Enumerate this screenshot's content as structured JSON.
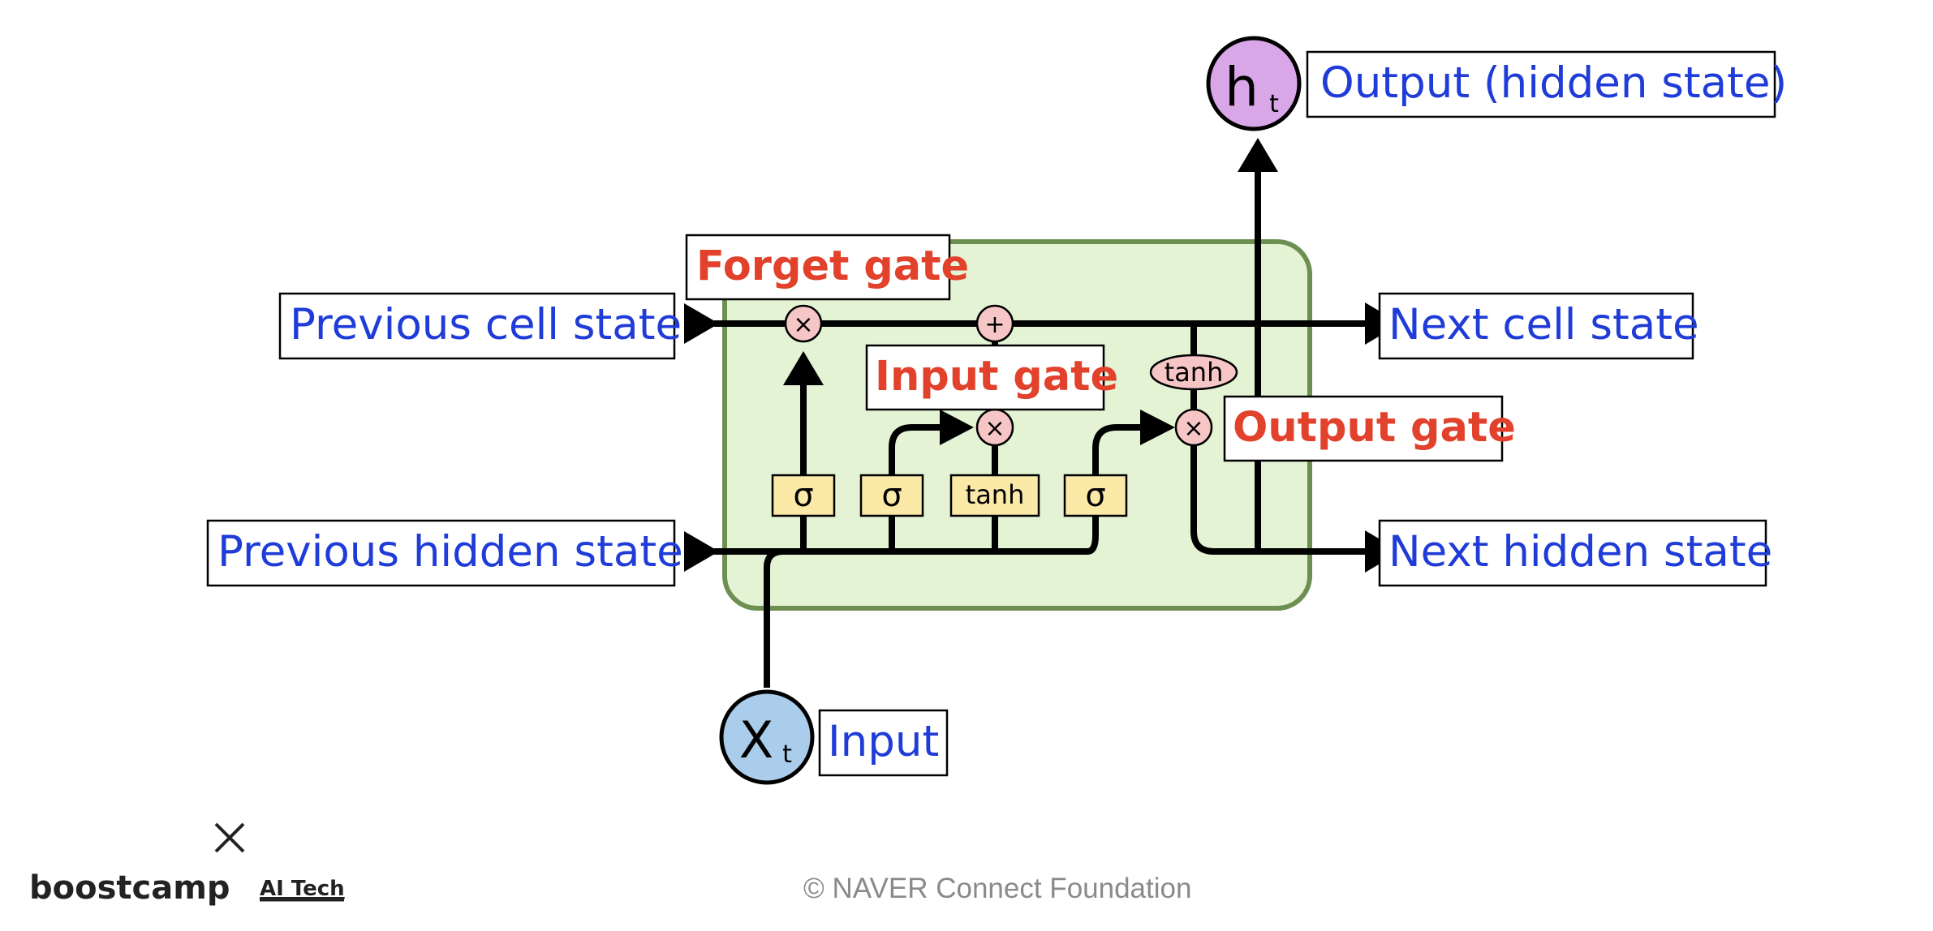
{
  "diagram": {
    "labels": {
      "output_hidden": "Output (hidden state)",
      "prev_cell": "Previous cell state",
      "next_cell": "Next cell state",
      "prev_hidden": "Previous hidden state",
      "next_hidden": "Next hidden state",
      "input": "Input",
      "forget_gate": "Forget gate",
      "input_gate": "Input gate",
      "output_gate": "Output gate"
    },
    "nodes": {
      "h_main": "h",
      "h_sub": "t",
      "x_main": "X",
      "x_sub": "t"
    },
    "ops": {
      "multiply": "×",
      "add": "+",
      "tanh": "tanh"
    },
    "gates": {
      "sigma": "σ",
      "tanh": "tanh"
    },
    "colors": {
      "label_blue": "#1f3cd8",
      "label_red": "#e2412b",
      "cell_fill": "#e3f3d3",
      "cell_border": "#6e8f52",
      "h_node": "#d9a6e8",
      "x_node": "#a9cdea",
      "op_fill": "#f6c6c6",
      "gate_fill": "#fbe9a8"
    }
  },
  "footer": {
    "copyright": "©  NAVER Connect Foundation",
    "brand_name": "boostcamp",
    "brand_tag": "AI Tech",
    "close_glyph": "×"
  }
}
